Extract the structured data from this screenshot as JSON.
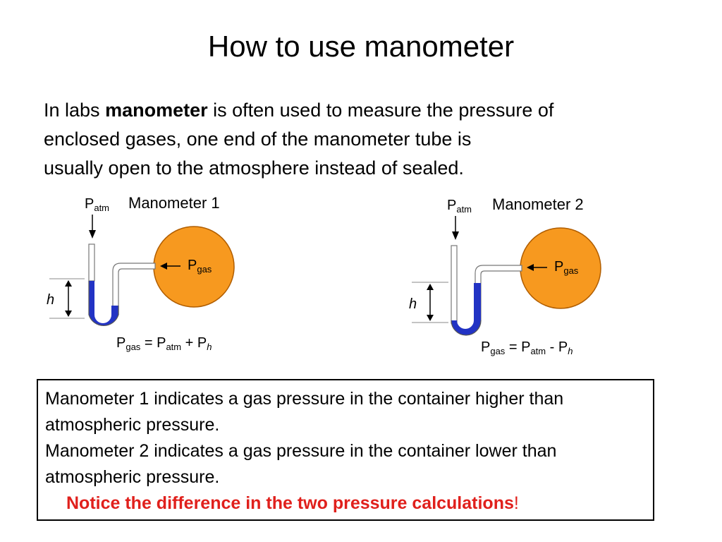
{
  "title": "How to use manometer",
  "intro": {
    "line1_before": "In labs ",
    "line1_bold": "manometer",
    "line1_after": " is often used to measure the pressure of",
    "line2": "enclosed gases, one end of the manometer tube is",
    "line3": "usually open to the atmosphere instead of sealed."
  },
  "colors": {
    "gas_orange": "#f7991f",
    "fluid_blue": "#2233c4",
    "notice_red": "#e0201c"
  },
  "manometer1": {
    "name": "Manometer 1",
    "p_atm_main": "P",
    "p_atm_sub": "atm",
    "p_gas_main": "P",
    "p_gas_sub": "gas",
    "h_label": "h",
    "eq_pgas_main": "P",
    "eq_pgas_sub": "gas",
    "eq_equals": " = ",
    "eq_patm_main": "P",
    "eq_patm_sub": "atm",
    "eq_op": " + ",
    "eq_ph_main": "P",
    "eq_ph_sub": "h"
  },
  "manometer2": {
    "name": "Manometer 2",
    "p_atm_main": "P",
    "p_atm_sub": "atm",
    "p_gas_main": "P",
    "p_gas_sub": "gas",
    "h_label": "h",
    "eq_pgas_main": "P",
    "eq_pgas_sub": "gas",
    "eq_equals": " = ",
    "eq_patm_main": "P",
    "eq_patm_sub": "atm",
    "eq_op": " - ",
    "eq_ph_main": "P",
    "eq_ph_sub": "h"
  },
  "note": {
    "line1": "Manometer 1 indicates a gas pressure in the container higher than",
    "line2": "atmospheric pressure.",
    "line3": "Manometer 2 indicates a gas pressure in the container lower than",
    "line4": "atmospheric pressure.",
    "notice": "Notice the difference in the two pressure calculations",
    "notice_end": "!"
  }
}
